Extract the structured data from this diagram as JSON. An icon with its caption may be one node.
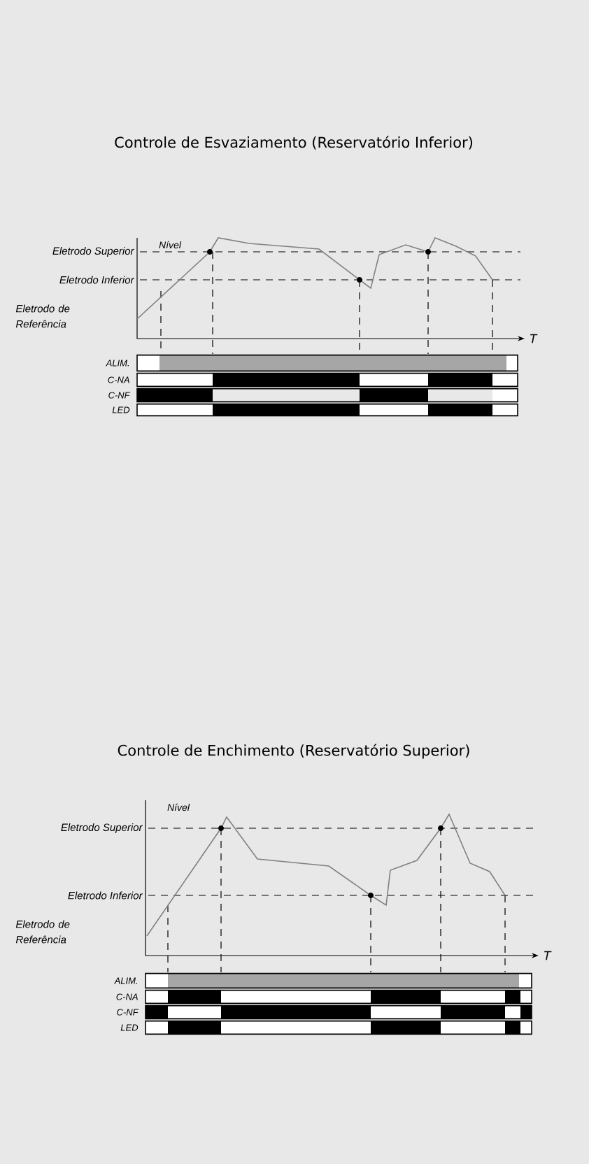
{
  "diagram": {
    "labels": [
      "Controle de Esvaziamento (Reservatório Inferior)",
      "Nível",
      "Eletrodo Superior",
      "Eletrodo Inferior",
      "Eletrodo de Referência",
      "T",
      "ALIM.",
      "C-NA",
      "C-NF",
      "LED",
      "Controle de Enchimento (Reservatório Superior)",
      "Nível",
      "Eletrodo Superior",
      "Eletrodo Inferior",
      "Eletrodo de Referência",
      "T",
      "ALIM.",
      "C-NA",
      "C-NF",
      "LED"
    ]
  }
}
